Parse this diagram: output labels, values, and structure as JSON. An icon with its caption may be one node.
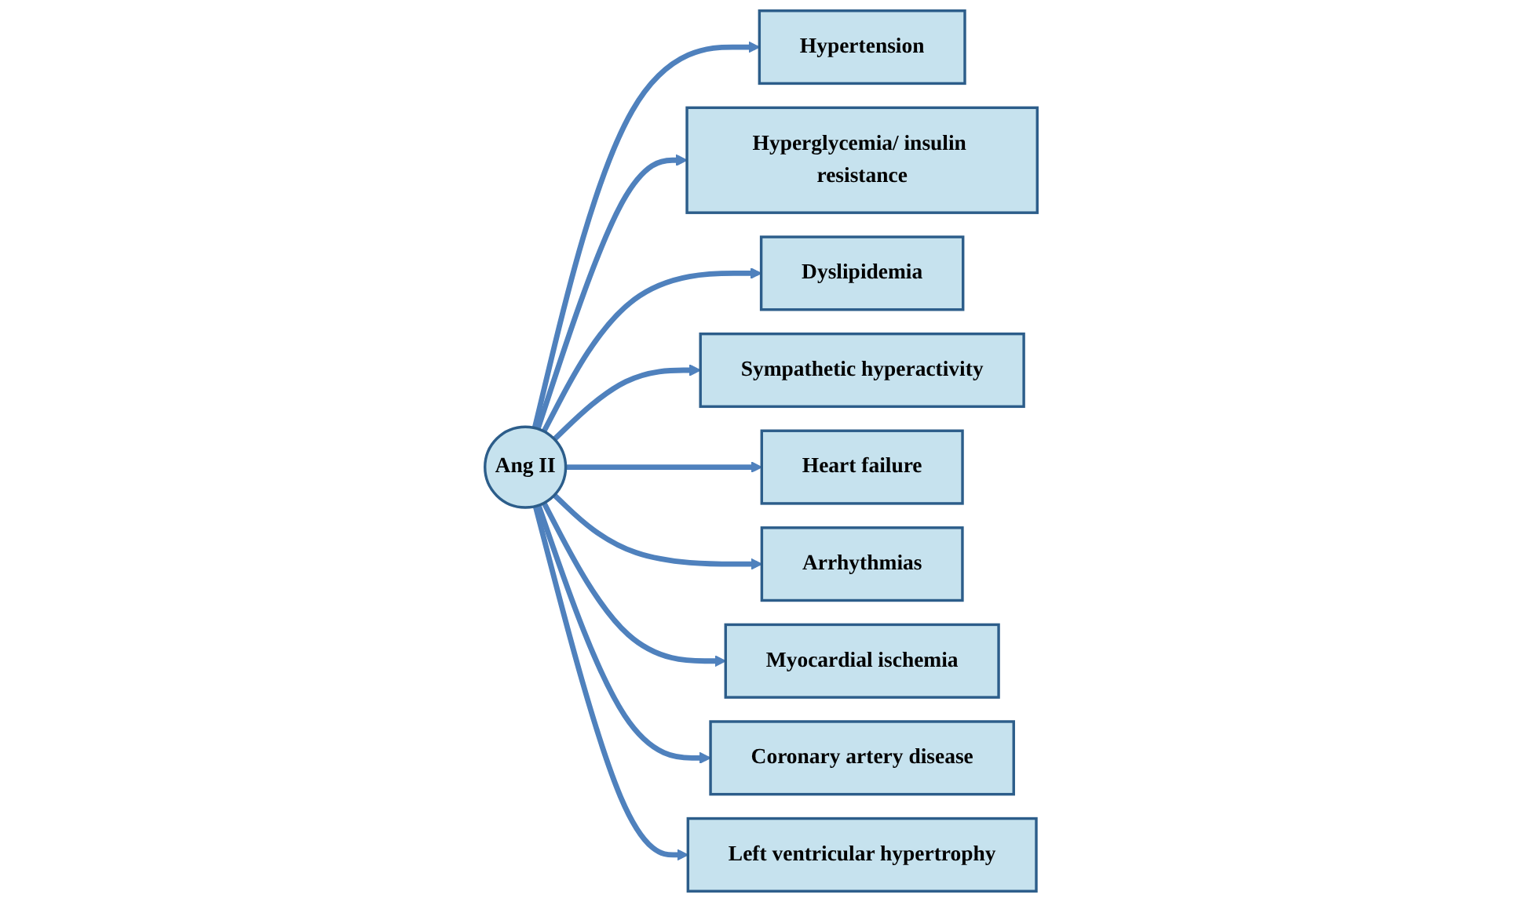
{
  "diagram": {
    "nodes": [
      {
        "text": [
          "Hypertension"
        ]
      },
      {
        "text": [
          "Left ventricular hypertrophy"
        ]
      },
      {
        "text": [
          "Hyperglycemia/ insulin resistance"
        ]
      },
      {
        "text": [
          "Coronary artery disease"
        ]
      },
      {
        "text": [
          "Ang II"
        ]
      },
      {
        "text": [
          "Dyslipidemia"
        ]
      },
      {
        "text": [
          "Myocardial ischemia"
        ]
      },
      {
        "text": [
          "Sympathetic hyperactivity"
        ]
      },
      {
        "text": [
          "Arrhythmias"
        ]
      },
      {
        "text": [
          "Heart failure"
        ]
      }
    ],
    "edges": [
      {
        "from": 4,
        "to": 0,
        "arrow": "to"
      },
      {
        "from": 4,
        "to": 2,
        "arrow": "to"
      },
      {
        "from": 4,
        "to": 5,
        "arrow": "to"
      },
      {
        "from": 4,
        "to": 7,
        "arrow": "to"
      },
      {
        "from": 4,
        "to": 9,
        "arrow": "to"
      },
      {
        "from": 4,
        "to": 8,
        "arrow": "to"
      },
      {
        "from": 4,
        "to": 6,
        "arrow": "to"
      },
      {
        "from": 4,
        "to": 3,
        "arrow": "to"
      },
      {
        "from": 4,
        "to": 1,
        "arrow": "to"
      }
    ]
  }
}
